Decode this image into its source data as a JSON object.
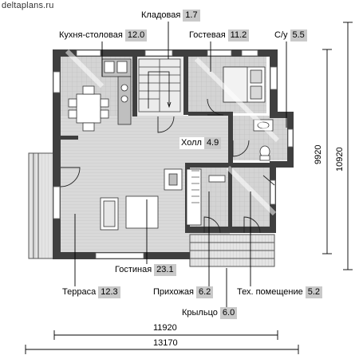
{
  "site": {
    "label": "deltaplans.ru"
  },
  "rooms": {
    "kladovaya": {
      "name": "Кладовая",
      "area": "1.7"
    },
    "kuhnya": {
      "name": "Кухня-столовая",
      "area": "12.0"
    },
    "gostevaya": {
      "name": "Гостевая",
      "area": "11.2"
    },
    "su": {
      "name": "С/у",
      "area": "5.5"
    },
    "holl": {
      "name": "Холл",
      "area": "4.9"
    },
    "gostinaya": {
      "name": "Гостиная",
      "area": "23.1"
    },
    "terrasa": {
      "name": "Терраса",
      "area": "12.3"
    },
    "prihozhaya": {
      "name": "Прихожая",
      "area": "6.2"
    },
    "teh": {
      "name": "Тех. помещение",
      "area": "5.2"
    },
    "krylco": {
      "name": "Крыльцо",
      "area": "6.0"
    }
  },
  "dimensions": {
    "inner_width": "11920",
    "outer_width": "13170",
    "inner_height": "9920",
    "outer_height": "10920"
  },
  "colors": {
    "wall": "#3f3f3f",
    "floor": "#d6d6d6",
    "tile": "#c6c6c6",
    "label_area": "#c9c9c9"
  }
}
